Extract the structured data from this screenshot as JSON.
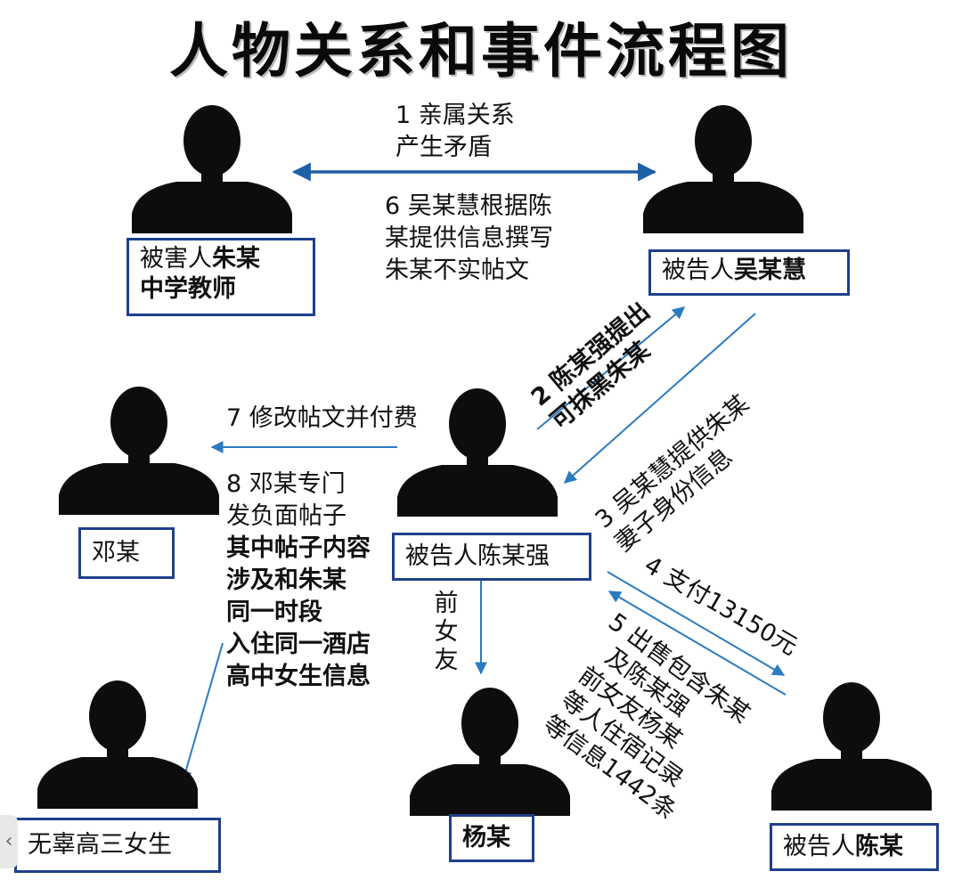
{
  "title": "人物关系和事件流程图",
  "people": [
    {
      "id": "zhu",
      "label_prefix": "被害人",
      "label_name": "朱某",
      "label_line2": "中学教师",
      "icon": "person-silhouette-icon"
    },
    {
      "id": "wuhui",
      "label_prefix": "被告人",
      "label_name": "吴某慧",
      "label_line2": "",
      "icon": "person-silhouette-icon"
    },
    {
      "id": "deng",
      "label_prefix": "",
      "label_name": "邓某",
      "label_line2": "",
      "icon": "person-silhouette-icon"
    },
    {
      "id": "chenqiang",
      "label_prefix": "被告人陈某强",
      "label_name": "",
      "label_line2": "",
      "icon": "person-silhouette-icon"
    },
    {
      "id": "girl",
      "label_prefix": "无辜高三女生",
      "label_name": "",
      "label_line2": "",
      "icon": "person-silhouette-icon"
    },
    {
      "id": "yang",
      "label_prefix": "",
      "label_name": "杨某",
      "label_line2": "",
      "icon": "person-silhouette-icon"
    },
    {
      "id": "chen",
      "label_prefix": "被告人",
      "label_name": "陈某",
      "label_line2": "",
      "icon": "person-silhouette-icon"
    }
  ],
  "edges": {
    "e1": [
      "1 亲属关系",
      "产生矛盾"
    ],
    "e6": [
      "6 吴某慧根据陈",
      "某提供信息撰写",
      "朱某不实帖文"
    ],
    "e2": [
      "2 陈某强提出",
      "可抹黑朱某"
    ],
    "e3": [
      "3 吴某慧提供朱某",
      "妻子身份信息"
    ],
    "e7": "7 修改帖文并付费",
    "e8_normal": [
      "8 邓某专门",
      "发负面帖子"
    ],
    "e8_bold": [
      "其中帖子内容",
      "涉及和朱某",
      "同一时段",
      "入住同一酒店",
      "高中女生信息"
    ],
    "e_ex": "前女友",
    "e4": "4 支付13150元",
    "e5": [
      "5 出售包含朱某",
      "及陈某强",
      "前女友杨某",
      "等人住宿记录",
      "等信息1442条"
    ]
  },
  "colors": {
    "arrow": "#2b7bc0",
    "arrow_dark": "#1f5fa8",
    "border": "#1f3f8c"
  },
  "nav": {
    "prev_icon": "chevron-left-icon",
    "prev_glyph": "‹"
  }
}
